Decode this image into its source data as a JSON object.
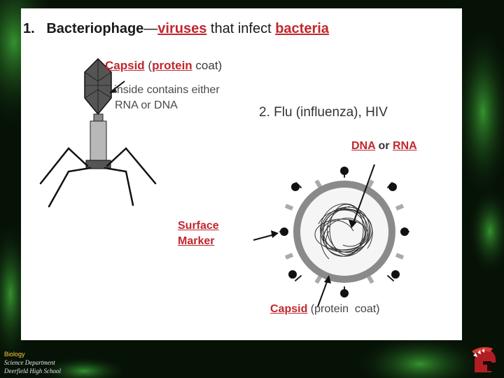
{
  "slide": {
    "title": {
      "number": "1.",
      "bacteriophage": "Bacteriophage",
      "dash": "—",
      "viruses": "viruses",
      "that_infect": " that infect ",
      "bacteria": "bacteria"
    },
    "capsid_label": {
      "capsid": "Capsid",
      "open_paren": " (",
      "protein": "protein",
      "coat": " coat)"
    },
    "capsid_note_line1": "– inside contains either",
    "capsid_note_line2": "RNA or DNA",
    "flu_label": "2. Flu (influenza), HIV",
    "genome_label": {
      "dna": "DNA",
      "or": " or ",
      "rna": "RNA"
    },
    "surface_marker": {
      "line1": "Surface",
      "line2": "Marker"
    },
    "capsid_bottom": {
      "capsid": "Capsid",
      "rest": " (protein  coat)"
    }
  },
  "footer": {
    "course": "Biology",
    "department": "Science Department",
    "school": "Deerfield High School"
  },
  "colors": {
    "accent_red": "#c0272d",
    "background": "#061006",
    "glow_green": "#2f8f2a"
  }
}
